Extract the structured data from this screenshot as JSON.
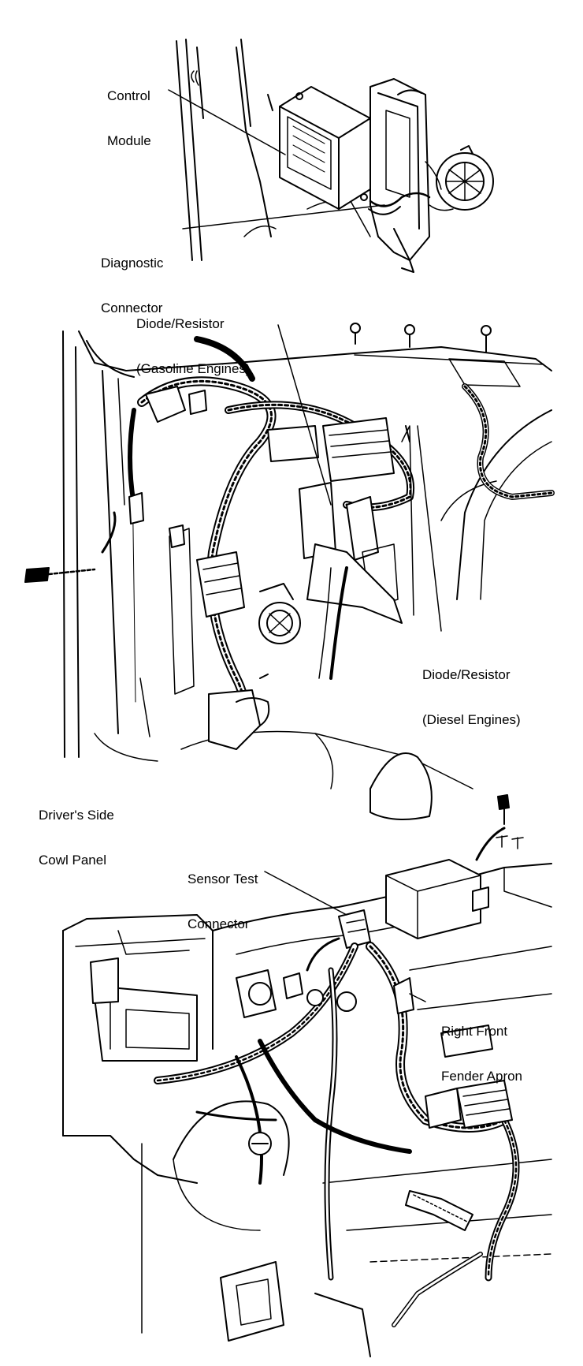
{
  "labels": {
    "control_module": [
      "Control",
      "Module"
    ],
    "diagnostic_connector": [
      "Diagnostic",
      "Connector"
    ],
    "diode_gasoline": [
      "Diode/Resistor",
      "(Gasoline Engines)"
    ],
    "diode_diesel": [
      "Diode/Resistor",
      "(Diesel Engines)"
    ],
    "drivers_cowl": [
      "Driver's Side",
      "Cowl Panel"
    ],
    "sensor_test": [
      "Sensor Test",
      "Connector"
    ],
    "fender_apron": [
      "Right Front",
      "Fender Apron"
    ]
  },
  "colors": {
    "ink": "#000000",
    "paper": "#ffffff"
  }
}
